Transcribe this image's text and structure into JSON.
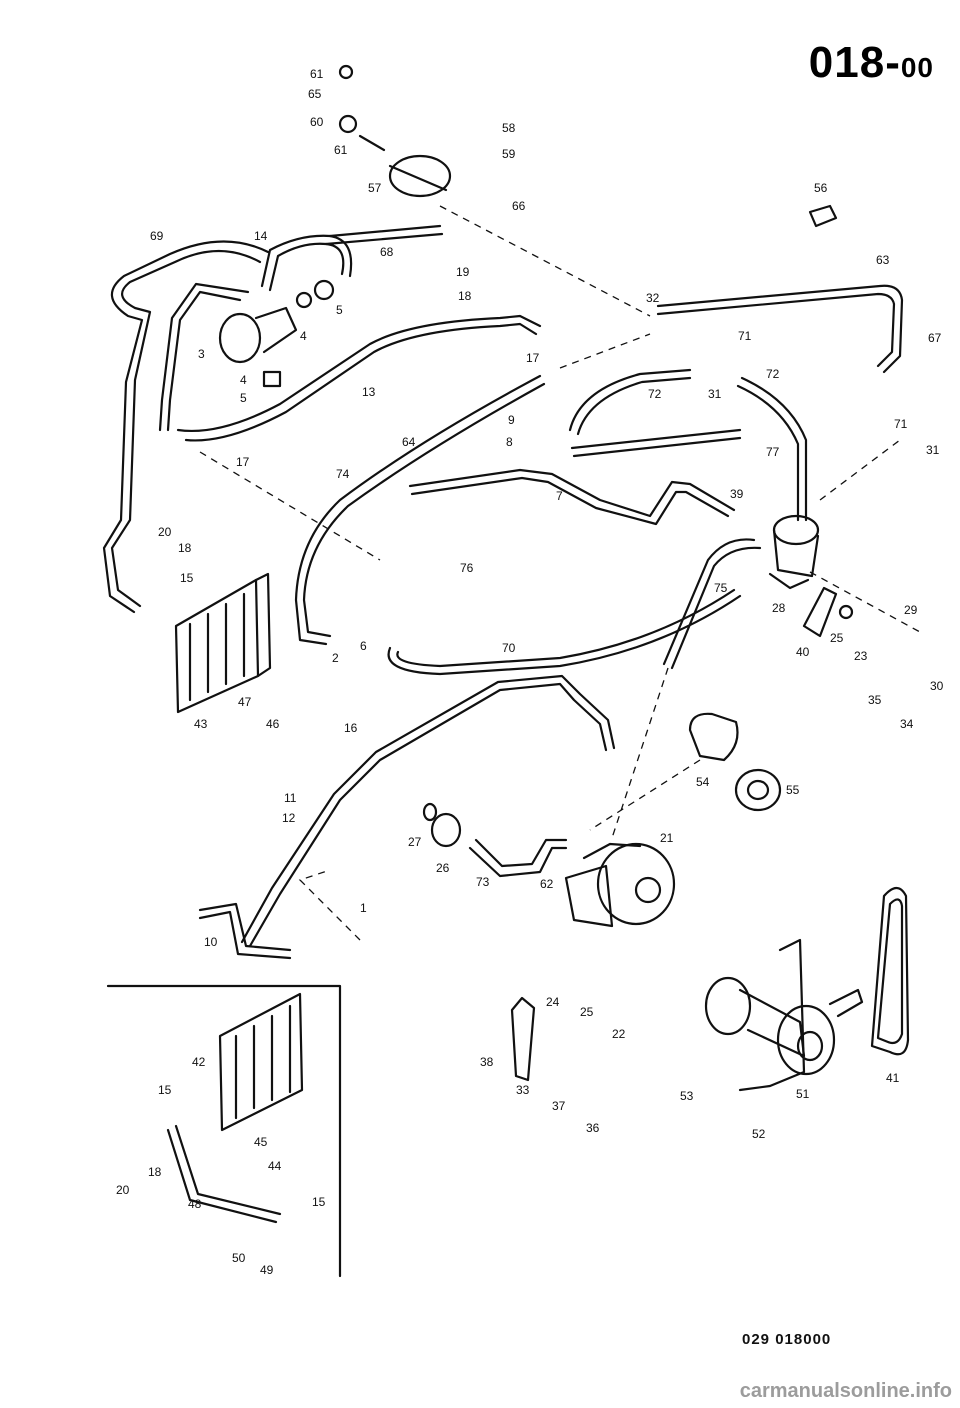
{
  "page_code": {
    "main": "018",
    "separator": "-",
    "suffix": "00"
  },
  "drawing_ref": "029 018000",
  "watermark": "carmanualsonline.info",
  "colors": {
    "line": "#111111",
    "background": "#ffffff",
    "watermark": "#9c9c9c"
  },
  "callouts": [
    "61",
    "65",
    "60",
    "61",
    "58",
    "59",
    "57",
    "66",
    "56",
    "69",
    "14",
    "68",
    "63",
    "19",
    "18",
    "32",
    "71",
    "67",
    "3",
    "4",
    "5",
    "4",
    "5",
    "13",
    "17",
    "72",
    "31",
    "72",
    "9",
    "8",
    "64",
    "77",
    "71",
    "31",
    "17",
    "74",
    "7",
    "39",
    "20",
    "18",
    "15",
    "76",
    "75",
    "28",
    "29",
    "25",
    "23",
    "40",
    "2",
    "6",
    "70",
    "47",
    "46",
    "43",
    "16",
    "35",
    "30",
    "34",
    "54",
    "55",
    "11",
    "12",
    "27",
    "26",
    "21",
    "73",
    "62",
    "1",
    "10",
    "24",
    "25",
    "22",
    "38",
    "33",
    "37",
    "36",
    "41",
    "53",
    "51",
    "52",
    "42",
    "15",
    "45",
    "44",
    "18",
    "20",
    "48",
    "15",
    "50",
    "49"
  ]
}
